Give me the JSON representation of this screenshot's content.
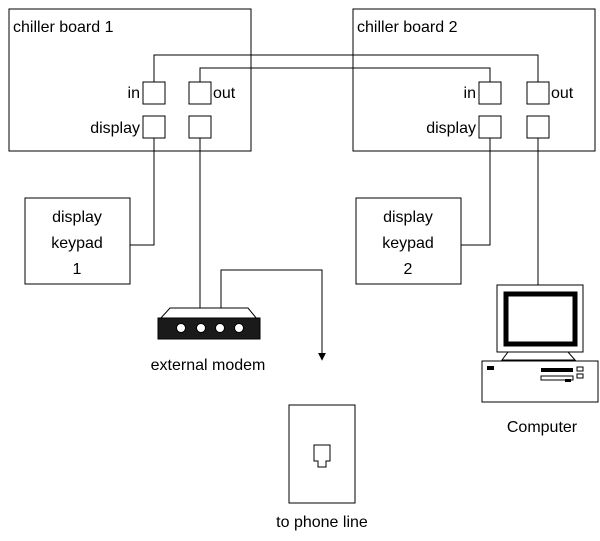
{
  "chiller_board_1": {
    "title": "chiller board 1",
    "port_in": "in",
    "port_out": "out",
    "port_display": "display"
  },
  "chiller_board_2": {
    "title": "chiller board 2",
    "port_in": "in",
    "port_out": "out",
    "port_display": "display"
  },
  "display_keypad_1": {
    "line1": "display",
    "line2": "keypad",
    "line3": "1"
  },
  "display_keypad_2": {
    "line1": "display",
    "line2": "keypad",
    "line3": "2"
  },
  "modem": {
    "label": "external modem",
    "icon": "modem-icon"
  },
  "computer": {
    "label": "Computer",
    "icon": "computer-icon"
  },
  "phone_jack": {
    "label": "to phone line",
    "icon": "phone-jack-icon"
  }
}
